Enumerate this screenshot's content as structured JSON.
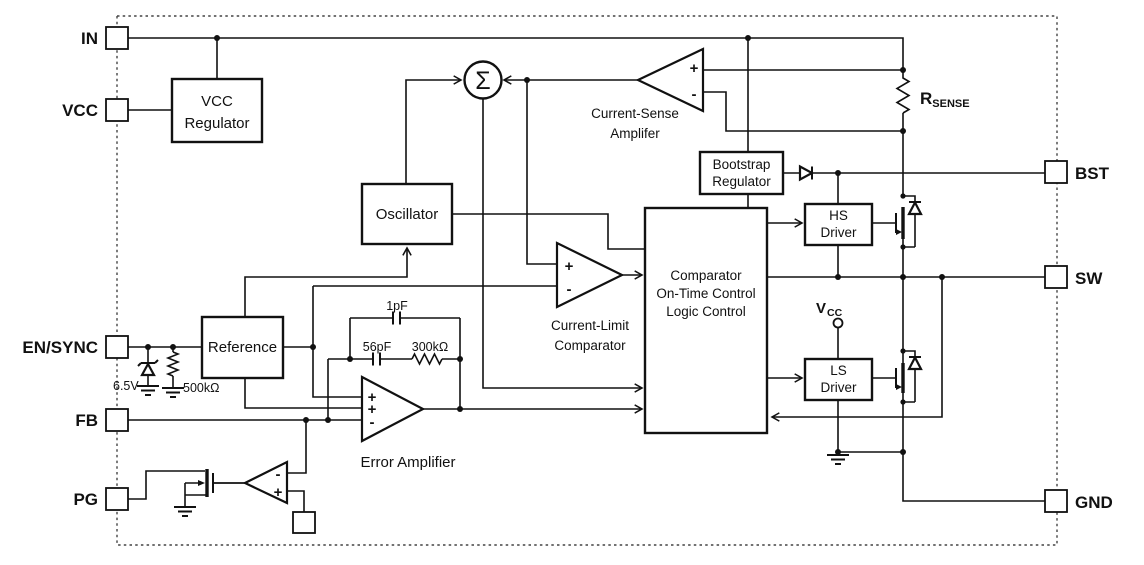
{
  "pins": {
    "in": "IN",
    "vcc": "VCC",
    "en_sync": "EN/SYNC",
    "fb": "FB",
    "pg": "PG",
    "bst": "BST",
    "sw": "SW",
    "gnd": "GND"
  },
  "blocks": {
    "vcc_regulator": {
      "line1": "VCC",
      "line2": "Regulator"
    },
    "oscillator": {
      "label": "Oscillator"
    },
    "reference": {
      "label": "Reference"
    },
    "bootstrap_regulator": {
      "line1": "Bootstrap",
      "line2": "Regulator"
    },
    "hs_driver": {
      "line1": "HS",
      "line2": "Driver"
    },
    "ls_driver": {
      "line1": "LS",
      "line2": "Driver"
    },
    "control_logic": {
      "line1": "Comparator",
      "line2": "On-Time Control",
      "line3": "Logic Control"
    }
  },
  "amplifiers": {
    "current_sense": {
      "line1": "Current-Sense",
      "line2": "Amplifer"
    },
    "current_limit": {
      "line1": "Current-Limit",
      "line2": "Comparator"
    },
    "error": {
      "label": "Error Amplifier"
    }
  },
  "components": {
    "rsense": {
      "symbol": "R",
      "subscript": "SENSE"
    },
    "vcc_rail": {
      "symbol": "V",
      "subscript": "CC"
    },
    "cap_1pf": "1pF",
    "cap_56pf": "56pF",
    "res_300k": "300kΩ",
    "res_500k": "500kΩ",
    "zener_6v5": "6.5V"
  },
  "symbols": {
    "sigma": "Σ",
    "plus": "+",
    "minus": "-"
  }
}
